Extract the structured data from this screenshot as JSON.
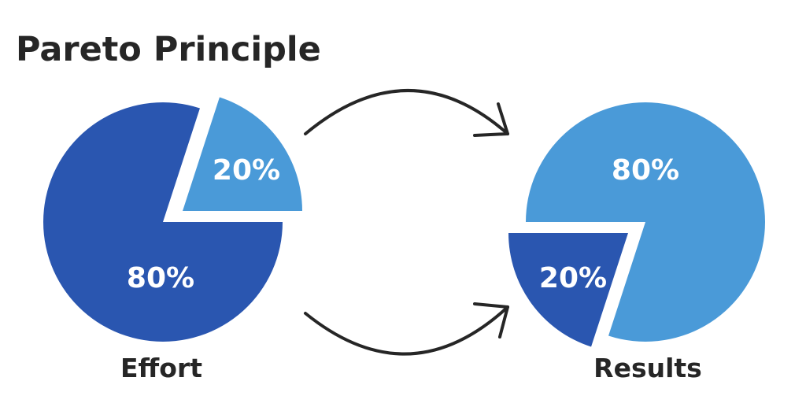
{
  "title": "Pareto Principle",
  "colors": {
    "dark_blue": "#2a56b0",
    "light_blue": "#4a9ad8",
    "text": "#262626",
    "arrow": "#262626",
    "label_text": "#ffffff"
  },
  "chart_data": [
    {
      "type": "pie",
      "name": "Effort",
      "caption": "Effort",
      "slices": [
        {
          "label": "80%",
          "value": 80,
          "color": "#2a56b0",
          "exploded": false
        },
        {
          "label": "20%",
          "value": 20,
          "color": "#4a9ad8",
          "exploded": true
        }
      ]
    },
    {
      "type": "pie",
      "name": "Results",
      "caption": "Results",
      "slices": [
        {
          "label": "80%",
          "value": 80,
          "color": "#4a9ad8",
          "exploded": false
        },
        {
          "label": "20%",
          "value": 20,
          "color": "#2a56b0",
          "exploded": true
        }
      ]
    }
  ],
  "arrows": [
    {
      "name": "top-arrow",
      "icon": "curved-arrow-right-icon"
    },
    {
      "name": "bottom-arrow",
      "icon": "curved-arrow-right-icon"
    }
  ]
}
